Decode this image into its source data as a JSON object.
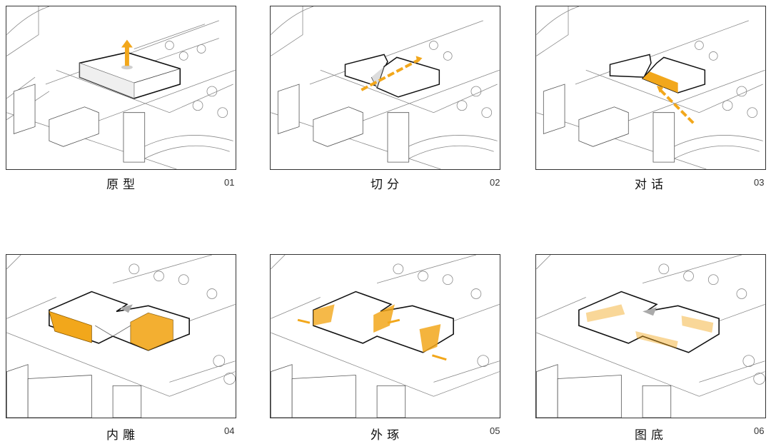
{
  "steps": [
    {
      "title": "原型",
      "number": "01"
    },
    {
      "title": "切分",
      "number": "02"
    },
    {
      "title": "对话",
      "number": "03"
    },
    {
      "title": "内雕",
      "number": "04"
    },
    {
      "title": "外琢",
      "number": "05"
    },
    {
      "title": "图底",
      "number": "06"
    }
  ],
  "colors": {
    "accent": "#f2a71b",
    "line": "#333333",
    "shade": "#dcdcdc"
  }
}
